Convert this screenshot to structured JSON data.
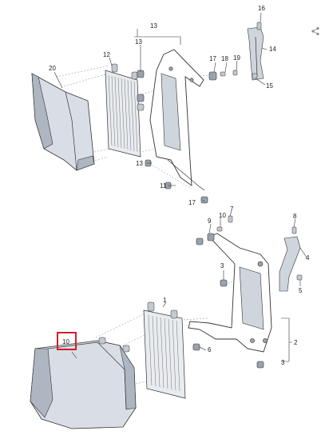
{
  "diagram": {
    "callouts": [
      "1",
      "2",
      "3",
      "3",
      "4",
      "5",
      "6",
      "7",
      "8",
      "9",
      "10",
      "11",
      "12",
      "13",
      "13",
      "13",
      "14",
      "15",
      "16",
      "17",
      "17",
      "18",
      "19",
      "20"
    ],
    "highlighted_callout": "10"
  },
  "icons": {
    "share": "share-icon"
  },
  "colors": {
    "highlight": "#d21f2a"
  }
}
